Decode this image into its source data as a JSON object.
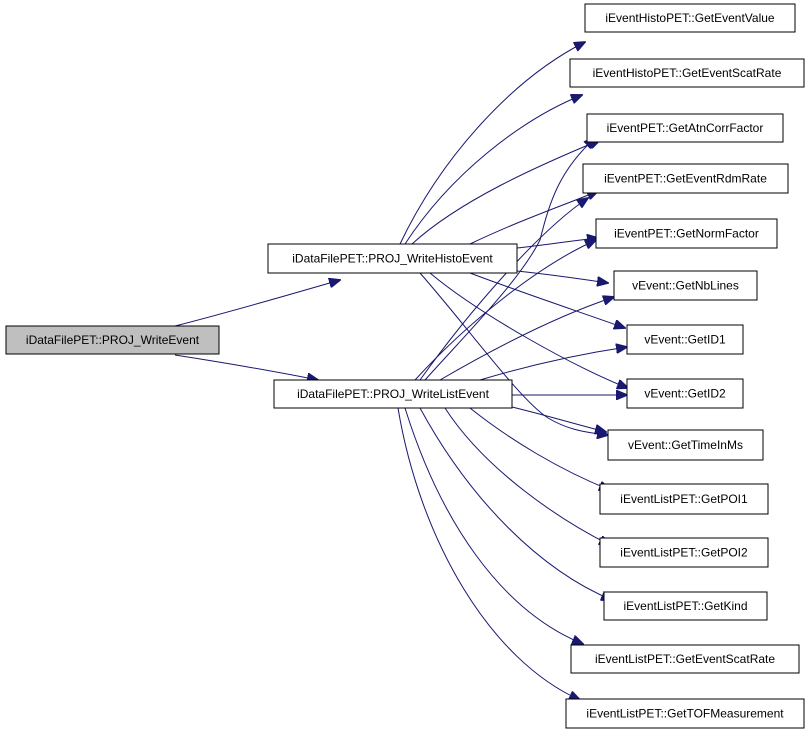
{
  "colors": {
    "edge": "#191970",
    "node_border": "#000000",
    "node_fill": "#ffffff",
    "root_fill": "#bfbfbf"
  },
  "nodes": {
    "root": "iDataFilePET::PROJ_WriteEvent",
    "write_histo": "iDataFilePET::PROJ_WriteHistoEvent",
    "write_list": "iDataFilePET::PROJ_WriteListEvent",
    "histo_get_value": "iEventHistoPET::GetEventValue",
    "histo_get_scat": "iEventHistoPET::GetEventScatRate",
    "pet_atn": "iEventPET::GetAtnCorrFactor",
    "pet_rdm": "iEventPET::GetEventRdmRate",
    "pet_norm": "iEventPET::GetNormFactor",
    "v_nblines": "vEvent::GetNbLines",
    "v_id1": "vEvent::GetID1",
    "v_id2": "vEvent::GetID2",
    "v_time": "vEvent::GetTimeInMs",
    "list_poi1": "iEventListPET::GetPOI1",
    "list_poi2": "iEventListPET::GetPOI2",
    "list_kind": "iEventListPET::GetKind",
    "list_scat": "iEventListPET::GetEventScatRate",
    "list_tof": "iEventListPET::GetTOFMeasurement"
  }
}
